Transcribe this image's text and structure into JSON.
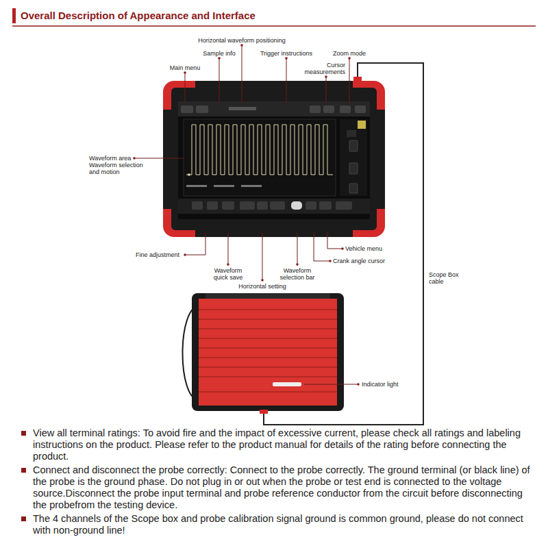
{
  "diagram": {
    "title": "Overall Description of Appearance and Interface",
    "labels": [
      "Horizontal waveform positioning",
      "Sample info",
      "Trigger instructions",
      "Zoom mode",
      "Main menu",
      "Cursor measurements",
      "Waveform area",
      "Waveform selection and motion",
      "Fine adjustment",
      "Waveform quick save",
      "Horizontal setting",
      "Waveform selection bar",
      "Vehicle menu",
      "Crank angle cursor",
      "Scope Box cable",
      "Indicator light",
      "View all terminal ratings: To avoid fire and the impact of excessive current, please check all ratings and labeling instructions on the product. Please refer to the product manual for details of the rating before connecting the product.",
      "Connect and disconnect the probe correctly: Connect to the probe correctly. The ground terminal (or black line) of the probe is the ground phase. Do not plug in or out when the probe or test end is connected to the voltage source.Disconnect the probe input terminal and probe reference conductor from the circuit before disconnecting the probefrom the testing device.",
      "The 4 channels of the Scope box and probe calibration signal ground is common ground, please do not connect with non-ground line!"
    ]
  }
}
